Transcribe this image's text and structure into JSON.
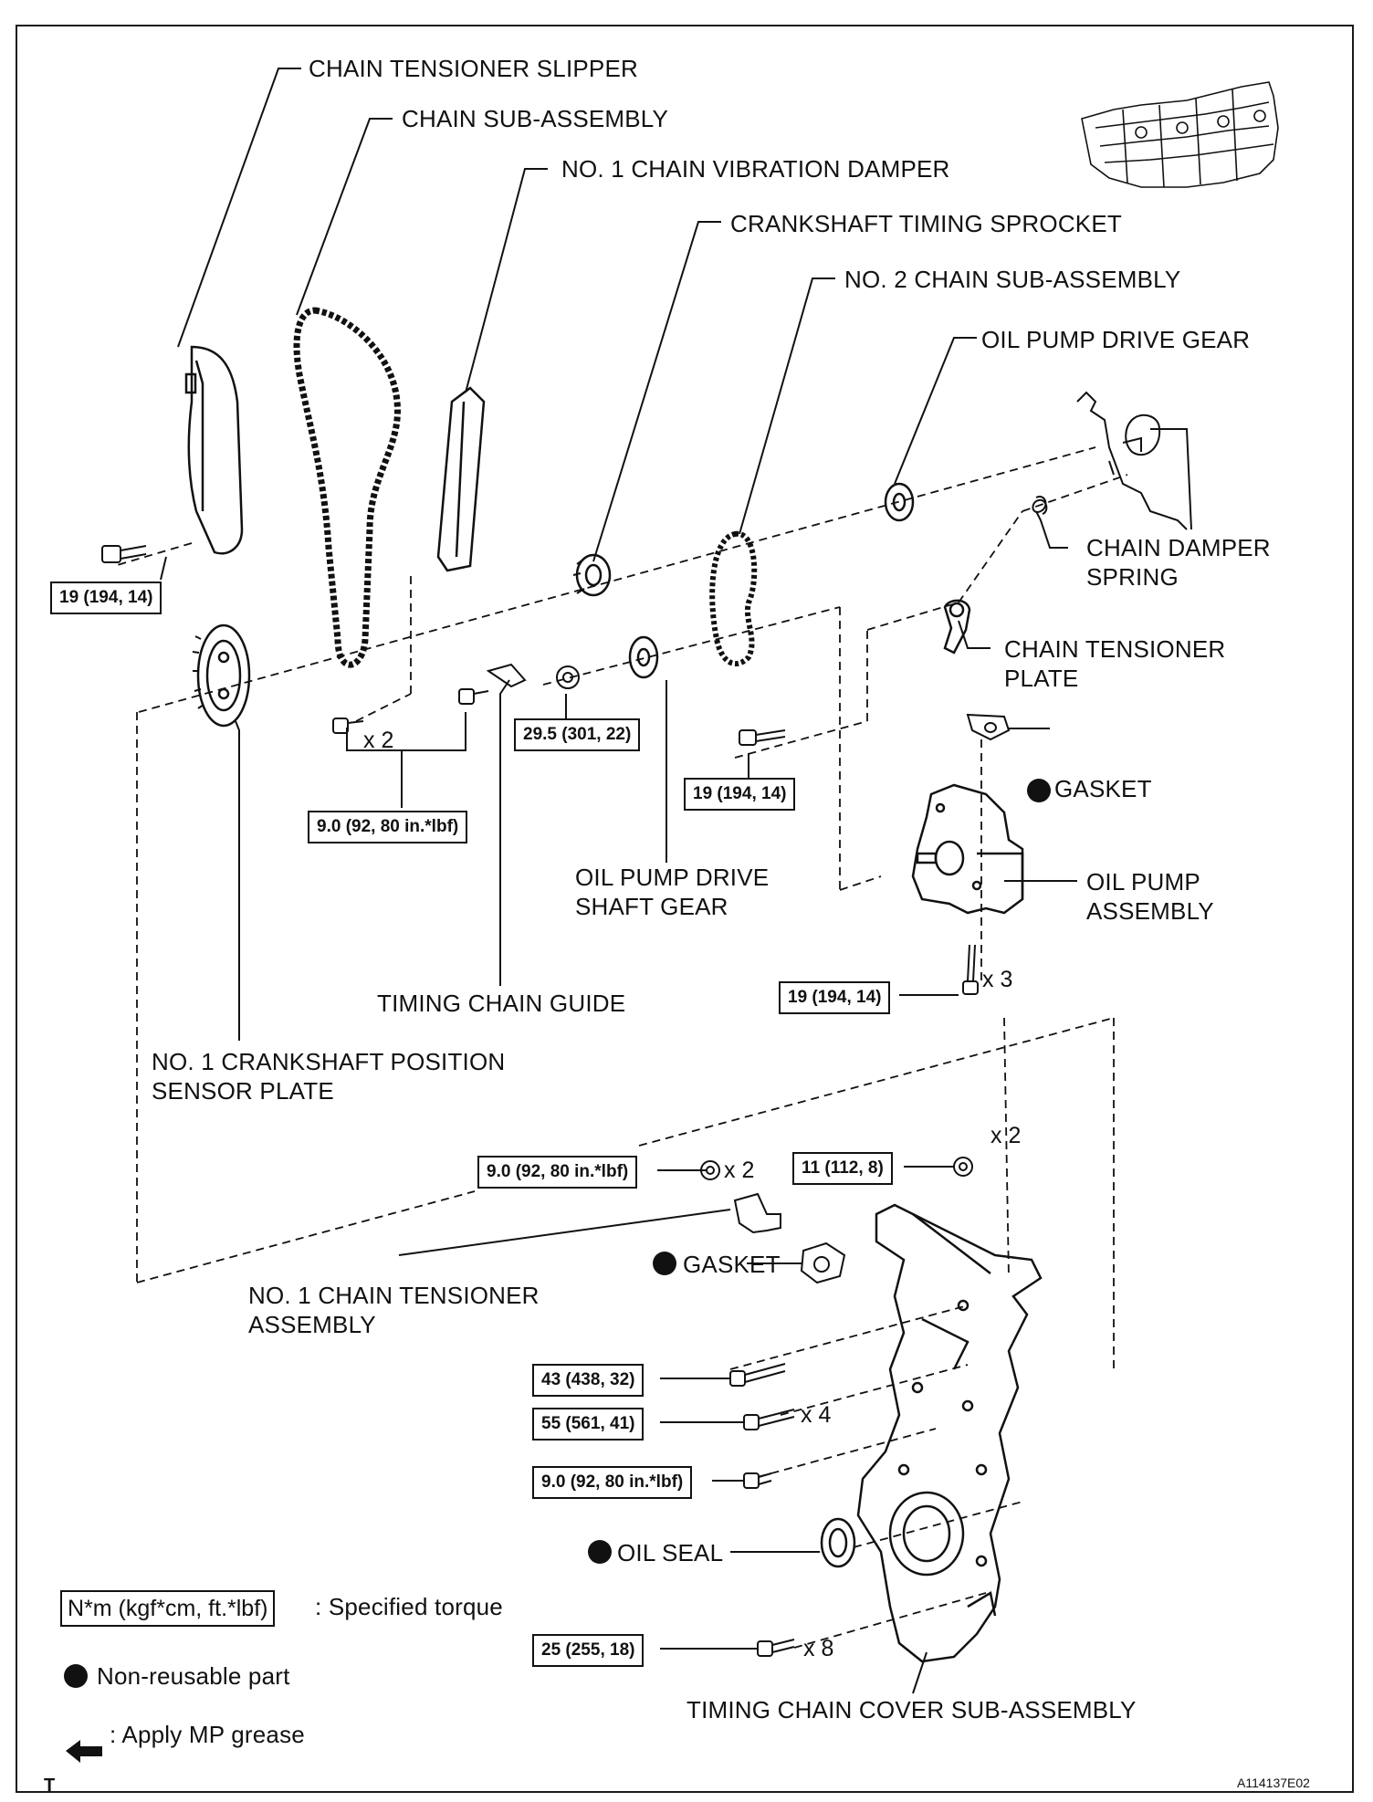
{
  "labels": {
    "chain_tensioner_slipper": "CHAIN TENSIONER SLIPPER",
    "chain_sub_assembly": "CHAIN SUB-ASSEMBLY",
    "no1_chain_vibration_damper": "NO. 1 CHAIN VIBRATION DAMPER",
    "crankshaft_timing_sprocket": "CRANKSHAFT TIMING SPROCKET",
    "no2_chain_sub_assembly": "NO. 2 CHAIN SUB-ASSEMBLY",
    "oil_pump_drive_gear": "OIL PUMP DRIVE GEAR",
    "chain_damper_spring_1": "CHAIN DAMPER",
    "chain_damper_spring_2": "SPRING",
    "chain_tensioner_plate_1": "CHAIN TENSIONER",
    "chain_tensioner_plate_2": "PLATE",
    "gasket_upper": "GASKET",
    "oil_pump_assembly_1": "OIL PUMP",
    "oil_pump_assembly_2": "ASSEMBLY",
    "oil_pump_drive_shaft_gear_1": "OIL PUMP DRIVE",
    "oil_pump_drive_shaft_gear_2": "SHAFT GEAR",
    "timing_chain_guide": "TIMING CHAIN GUIDE",
    "crank_sensor_plate_1": "NO. 1 CRANKSHAFT POSITION",
    "crank_sensor_plate_2": "SENSOR PLATE",
    "gasket_lower": "GASKET",
    "no1_chain_tensioner_1": "NO. 1 CHAIN TENSIONER",
    "no1_chain_tensioner_2": "ASSEMBLY",
    "oil_seal": "OIL SEAL",
    "timing_chain_cover": "TIMING CHAIN COVER SUB-ASSEMBLY"
  },
  "torques": {
    "slipper_bolt": "19 (194, 14)",
    "damper_bolts": "9.0 (92, 80 in.*lbf)",
    "drive_shaft_gear_nut": "29.5 (301, 22)",
    "tensioner_plate_bolt": "19 (194, 14)",
    "oil_pump_bolts": "19 (194, 14)",
    "tensioner_nuts": "9.0 (92, 80 in.*lbf)",
    "cover_nuts": "11 (112, 8)",
    "cover_bolt_43": "43 (438, 32)",
    "cover_bolt_55": "55 (561, 41)",
    "cover_bolt_9": "9.0 (92, 80 in.*lbf)",
    "cover_bolt_25": "25 (255, 18)"
  },
  "multipliers": {
    "damper_bolts": "x 2",
    "oil_pump_bolts": "x 3",
    "tensioner_nuts": "x 2",
    "cover_nuts": "x 2",
    "cover_bolt_55": "x 4",
    "cover_bolt_25": "x 8"
  },
  "legend": {
    "torque_box": "N*m (kgf*cm, ft.*lbf)",
    "torque_desc": ": Specified torque",
    "non_reusable": "Non-reusable part",
    "mp_grease": ": Apply MP grease"
  },
  "footer": {
    "corner_mark": "T",
    "figure_id": "A114137E02"
  }
}
